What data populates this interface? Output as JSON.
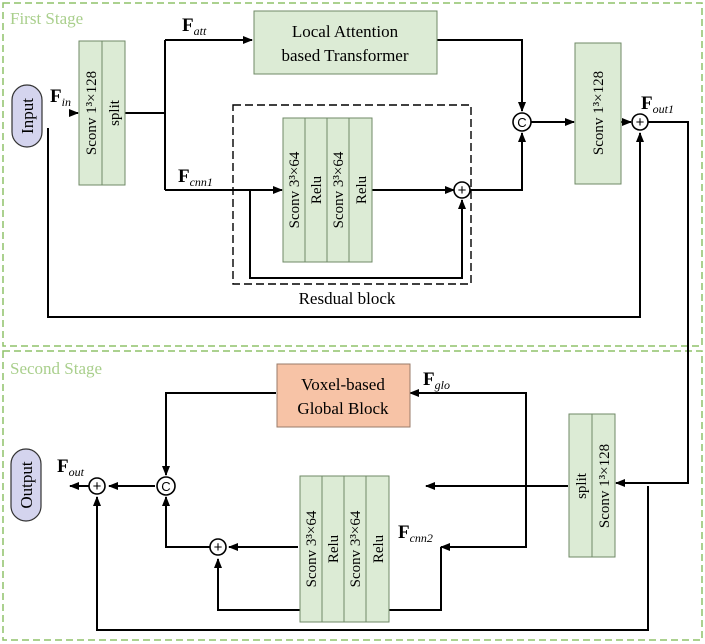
{
  "stages": {
    "first": "First Stage",
    "second": "Second Stage"
  },
  "io": {
    "input": "Input",
    "output": "Output"
  },
  "blocks": {
    "sconv_split_1": {
      "line1": "Sconv 1³×128",
      "line2": "split"
    },
    "transformer": {
      "line1": "Local Attention",
      "line2": "based Transformer"
    },
    "res1_sconv_a": "Sconv 3³×64",
    "res1_relu_a": "Relu",
    "res1_sconv_b": "Sconv 3³×64",
    "res1_relu_b": "Relu",
    "resblock_label": "Resdual block",
    "sconv_1": "Sconv 1³×128",
    "global_block": {
      "line1": "Voxel-based",
      "line2": "Global Block"
    },
    "split_sconv_2": {
      "line1": "split",
      "line2": "Sconv 1³×128"
    },
    "res2_sconv_a": "Sconv 3³×64",
    "res2_relu_a": "Relu",
    "res2_sconv_b": "Sconv 3³×64",
    "res2_relu_b": "Relu"
  },
  "ops": {
    "concat": "C",
    "add": "+"
  },
  "features": {
    "in": {
      "main": "F",
      "sub": "in"
    },
    "att": {
      "main": "F",
      "sub": "att"
    },
    "cnn1": {
      "main": "F",
      "sub": "cnn1"
    },
    "out1": {
      "main": "F",
      "sub": "out1"
    },
    "glo": {
      "main": "F",
      "sub": "glo"
    },
    "cnn2": {
      "main": "F",
      "sub": "cnn2"
    },
    "out": {
      "main": "F",
      "sub": "out"
    }
  },
  "colors": {
    "stage_border": "#8fc26a",
    "green_block": "#dcebd5",
    "orange_block": "#f7c3a6",
    "io_block": "#d4d4ee"
  }
}
